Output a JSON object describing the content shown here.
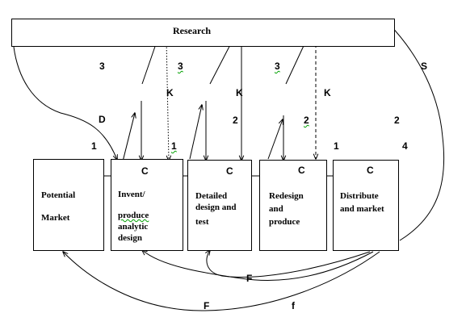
{
  "research": {
    "label": "Research"
  },
  "stages": [
    {
      "lines": [
        "Potential",
        "",
        "Market"
      ]
    },
    {
      "lines": [
        "Invent/",
        "",
        "produce",
        "analytic",
        "design"
      ],
      "c": "C"
    },
    {
      "lines": [
        "Detailed",
        "design and",
        "test"
      ],
      "c": "C"
    },
    {
      "lines": [
        "Redesign",
        "and",
        "produce"
      ],
      "c": "C"
    },
    {
      "lines": [
        "Distribute",
        "and market"
      ],
      "c": "C"
    }
  ],
  "labels": {
    "num3_a": "3",
    "num3_b": "3",
    "num3_c": "3",
    "k_a": "K",
    "k_b": "K",
    "k_c": "K",
    "d": "D",
    "s": "S",
    "num1_a": "1",
    "num1_b": "1",
    "num1_c": "1",
    "num2_a": "2",
    "num2_b": "2",
    "num2_c": "2",
    "num4": "4",
    "f_upper": "F",
    "f_lower": "F",
    "f_small": "f"
  }
}
